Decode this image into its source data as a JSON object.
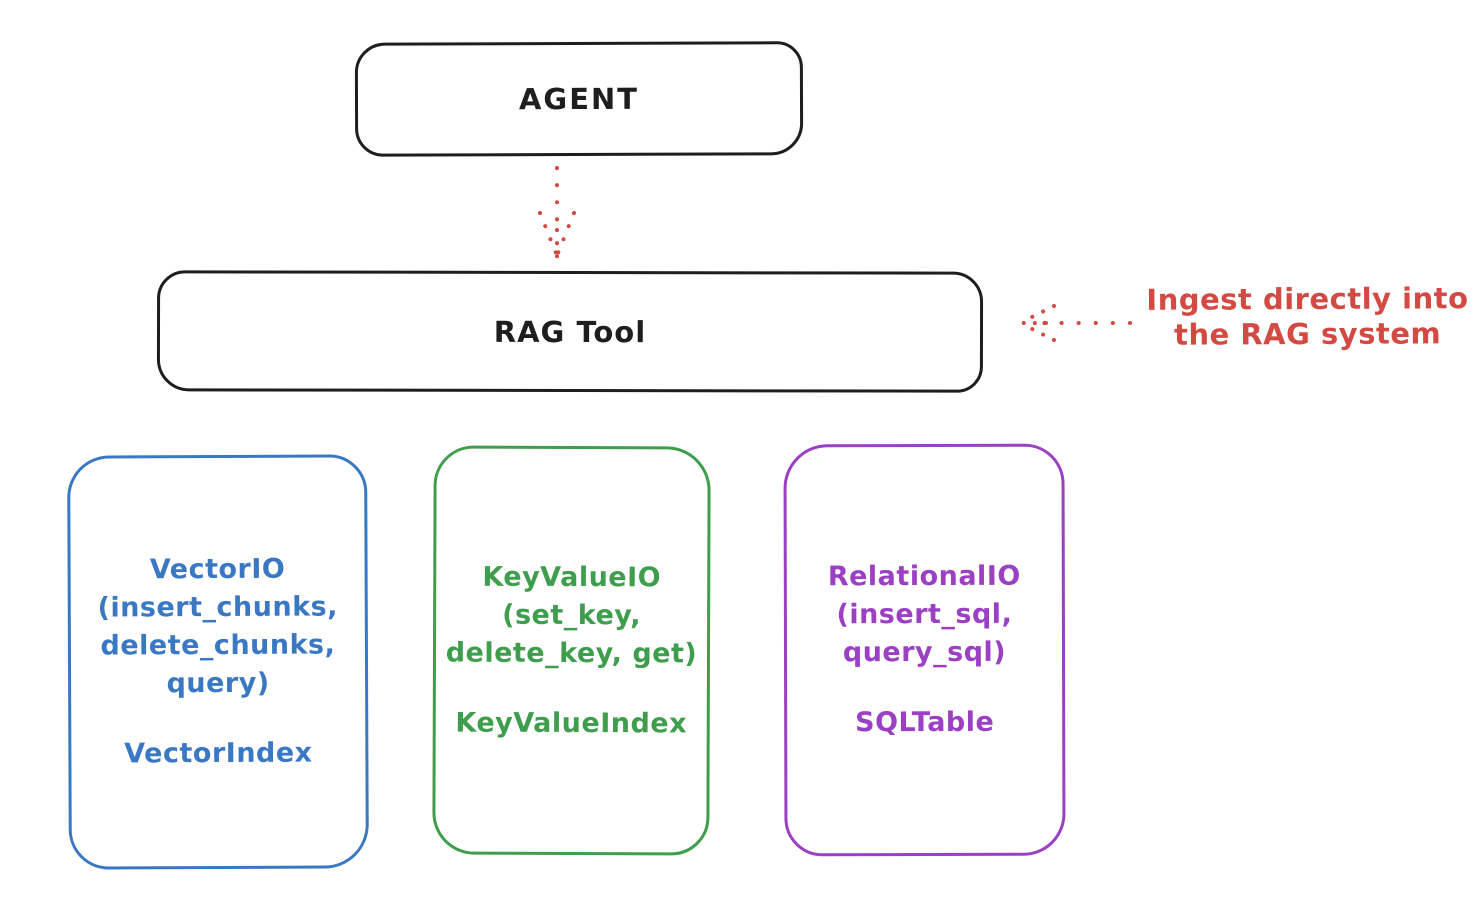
{
  "diagram": {
    "agent": {
      "label": "AGENT"
    },
    "rag_tool": {
      "label": "RAG Tool"
    },
    "annotation": {
      "line1": "Ingest directly into",
      "line2": "the RAG system"
    },
    "backends": [
      {
        "name": "VectorIO",
        "lines": [
          "VectorIO",
          "(insert_chunks,",
          "delete_chunks,",
          "query)"
        ],
        "index": "VectorIndex",
        "color": "#3b78c4"
      },
      {
        "name": "KeyValueIO",
        "lines": [
          "KeyValueIO",
          "(set_key,",
          "delete_key, get)"
        ],
        "index": "KeyValueIndex",
        "color": "#3f9e4d"
      },
      {
        "name": "RelationalIO",
        "lines": [
          "RelationalIO",
          "(insert_sql,",
          "query_sql)"
        ],
        "index": "SQLTable",
        "color": "#9b3fc4"
      }
    ],
    "palette": {
      "node_stroke": "#1e1e1e",
      "accent_red": "#d24a42",
      "blue": "#3b78c4",
      "green": "#3f9e4d",
      "purple": "#9b3fc4",
      "background": "#ffffff"
    }
  }
}
